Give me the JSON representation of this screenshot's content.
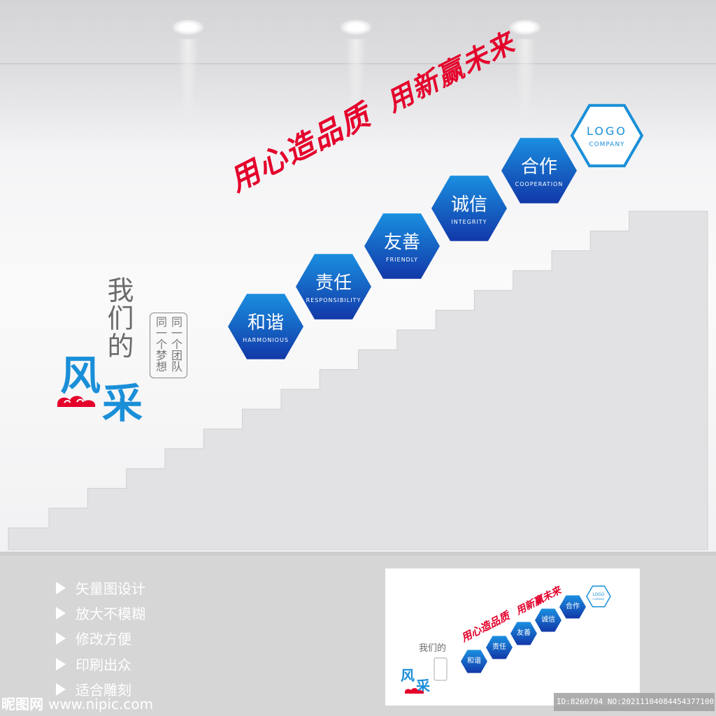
{
  "slogan": {
    "part1": "用心造品质",
    "part2": "用新赢未来",
    "color": "#e4002b"
  },
  "title": {
    "small": "我们的",
    "big_1": "风",
    "big_2": "采",
    "color_small": "#6b6b6b",
    "color_big": "#1a8fd8"
  },
  "team_motto": {
    "col_right": "同一个团队",
    "col_left": "同一个梦想"
  },
  "values": [
    {
      "cn": "和谐",
      "en": "HARMONIOUS"
    },
    {
      "cn": "责任",
      "en": "RESPONSIBILITY"
    },
    {
      "cn": "友善",
      "en": "FRIENDLY"
    },
    {
      "cn": "诚信",
      "en": "INTEGRITY"
    },
    {
      "cn": "合作",
      "en": "COOPERATION"
    }
  ],
  "logo": {
    "line1": "LOGO",
    "line2": "COMPANY",
    "color": "#1a8fd8"
  },
  "hex_gradient": {
    "top": "#1a8fe0",
    "bottom": "#1238a8"
  },
  "features": [
    "矢量图设计",
    "放大不模糊",
    "修改方便",
    "印刷出众",
    "适合雕刻"
  ],
  "watermark": {
    "left_brand": "昵图网",
    "left_url": "www.nipic.com",
    "right_id": "ID:8260704 NO:20211104084454377100"
  },
  "icons": {
    "cloud": "auspicious-cloud-icon",
    "bullet": "triangle-bullet-icon"
  }
}
